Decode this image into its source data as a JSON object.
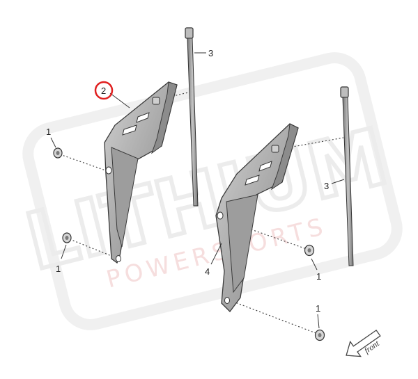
{
  "watermark": {
    "main": "LITHIUM",
    "sub": "POWERSPORTS"
  },
  "callouts": {
    "c1_upper_left": "1",
    "c1_lower_left": "1",
    "c1_right_mid": "1",
    "c1_right_low": "1",
    "c2": "2",
    "c3_left": "3",
    "c3_right": "3",
    "c4": "4"
  },
  "direction": {
    "label": "front"
  },
  "colors": {
    "highlight": "#e02020",
    "part_fill": "#b5b5b5",
    "part_stroke": "#3a3a3a"
  }
}
